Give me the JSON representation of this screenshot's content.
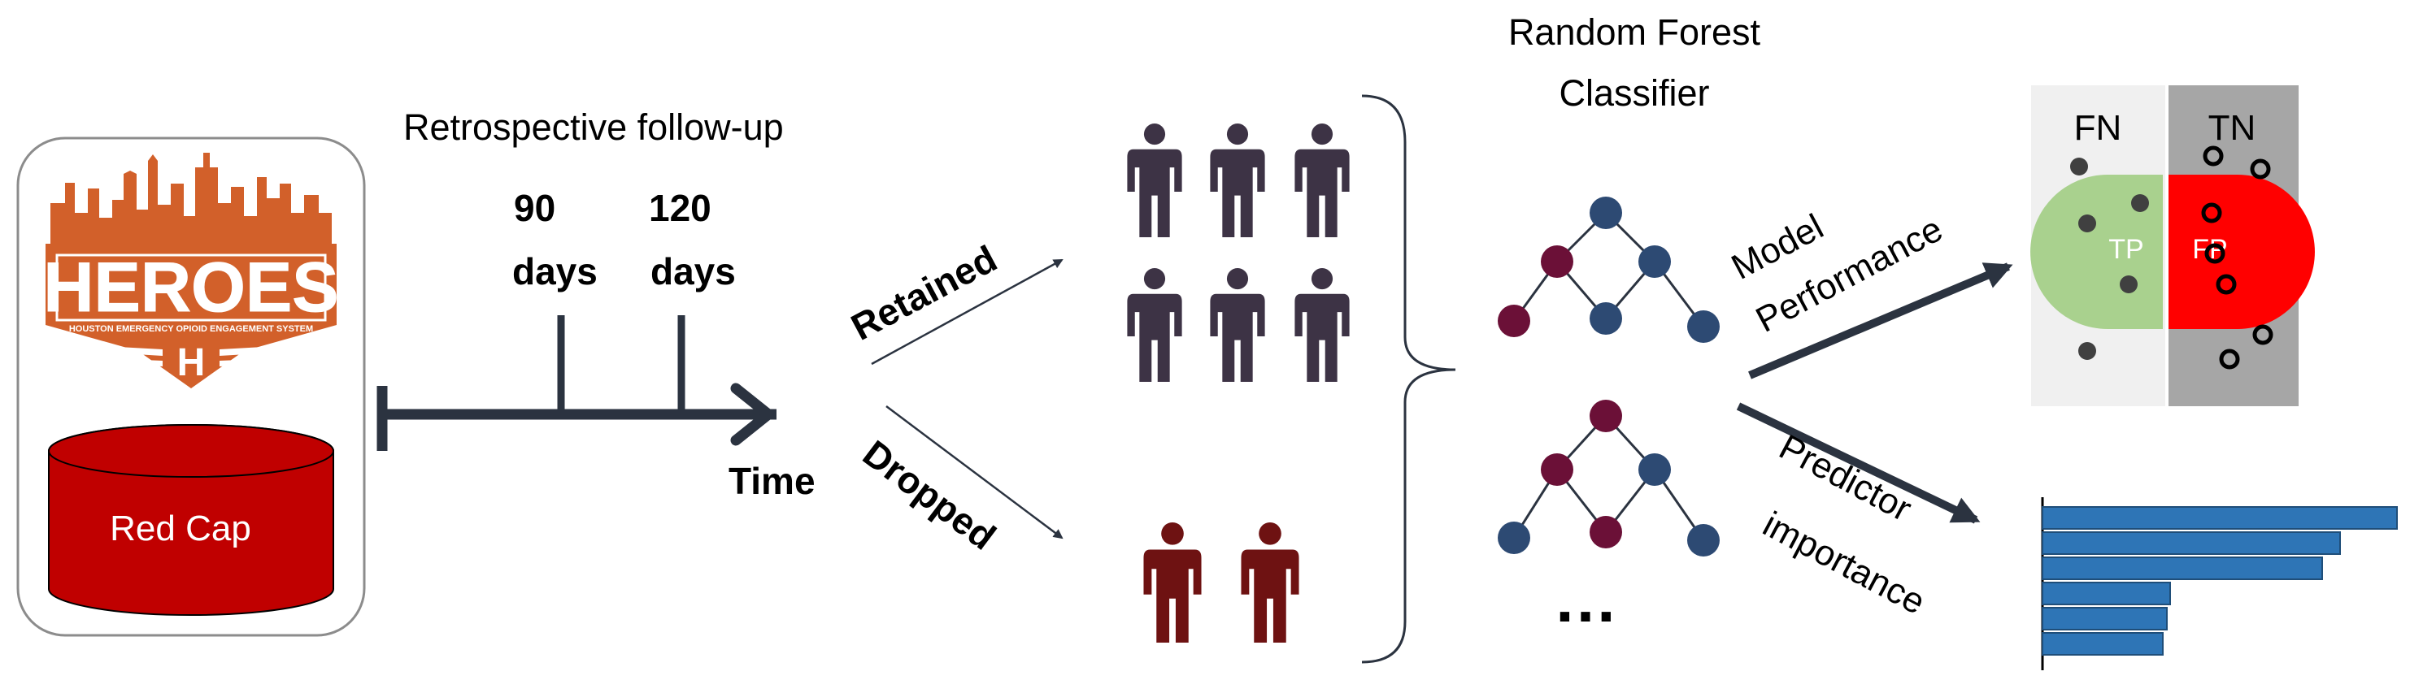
{
  "source": {
    "logo_title": "HEROES",
    "logo_subtitle": "HOUSTON EMERGENCY OPIOID ENGAGEMENT SYSTEM",
    "logo_emblem": "H",
    "database_label": "Red Cap"
  },
  "timeline": {
    "heading": "Retrospective follow-up",
    "marker_90_number": "90",
    "marker_90_unit": "days",
    "marker_120_number": "120",
    "marker_120_unit": "days",
    "axis_label": "Time"
  },
  "groups": {
    "retained_label": "Retained",
    "dropped_label": "Dropped",
    "retained_count": 6,
    "dropped_count": 2
  },
  "classifier": {
    "title_line1": "Random Forest",
    "title_line2": "Classifier",
    "more_trees": "…"
  },
  "performance": {
    "label_line1": "Model",
    "label_line2": "Performance",
    "fn_label": "FN",
    "tn_label": "TN",
    "tp_label": "TP",
    "fp_label": "FP"
  },
  "importance": {
    "label_line1": "Predictor",
    "label_line2": "importance",
    "bar_values": [
      1.0,
      0.84,
      0.79,
      0.36,
      0.35,
      0.34
    ]
  },
  "colors": {
    "dark_navy": "#2b3340",
    "person_retained": "#3d3345",
    "person_dropped": "#6e1212",
    "node_blue": "#2d4a73",
    "node_maroon": "#6b1037",
    "logo_orange": "#d2602a",
    "redcap_red": "#c00000",
    "tp_green": "#a9d18e",
    "fp_red": "#ff0000",
    "bar_blue": "#2e75b6"
  }
}
